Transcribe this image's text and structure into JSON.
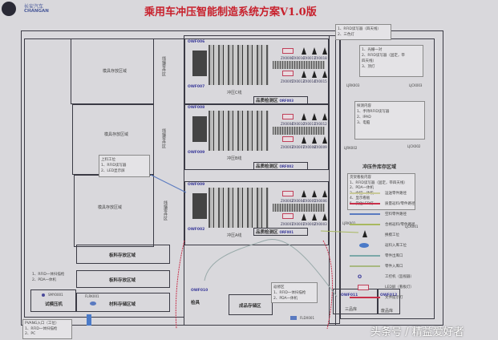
{
  "logo": {
    "cn": "长安汽车",
    "en": "CHANGAN"
  },
  "title": "乘用车冲压智能制造系统方案V1.0版",
  "colors": {
    "title": "#c8202c",
    "line": "#3a3a44",
    "route_red": "#c8304a",
    "route_blue": "#5a7ac0",
    "route_green": "#a8b860"
  },
  "notes": {
    "top": [
      "1、RFID读写器（四天线）",
      "2、三色灯"
    ],
    "gate": [
      "1、光栅一对",
      "2、RFID读写器（固定，带",
      "四天线）",
      "3、顶灯"
    ],
    "mobile": [
      "探测内容",
      "1、手持RFID读写器",
      "2、IPAD",
      "3、电脑"
    ],
    "shelf": [
      "货架看板内容",
      "1、RFID读写器（固定，带四天线）",
      "2、PDA一体机",
      "3、中控一体机",
      "4、显示看板",
      "5、货位LED灯"
    ],
    "loading": [
      "上料工位",
      "1、RFID读写器",
      "2、LED显示屏"
    ],
    "trial": [
      "1、RFID一体扫描枪",
      "2、PDA一体机"
    ],
    "repair": [
      "返修区",
      "1、RFID一体扫描枪",
      "2、PDA一体机"
    ],
    "entry": [
      "PVANG入口（工位）",
      "1、RFID一体扫描枪",
      "2、PC"
    ]
  },
  "areas": {
    "die_storage": "模具存放区域",
    "line_parts": "线端零件区",
    "blank_storage": "板料存放区域",
    "material_storage": "材料存储区域",
    "trial_press": "试模压机",
    "trial_code": "SMY0001",
    "stamp_storage": "冲压件库存区域",
    "finished": "成品存储区",
    "gauge": "检具",
    "scrap": "废品库",
    "qualified": "三品库",
    "repair_code": "FLDX001",
    "entry_code": "FLRK001"
  },
  "lines": [
    {
      "name": "冲压C线",
      "qc": "品质检测区",
      "qc_code": "ORF003",
      "ow_top": "OWF006",
      "ow_bot": "OWF007",
      "codes_top": [
        "ZX0006",
        "ZX0016",
        "ZX0017",
        "ZX0018"
      ],
      "codes_bot": [
        "ZX0005",
        "ZX0013",
        "ZX0014",
        "ZX0015"
      ]
    },
    {
      "name": "冲压B线",
      "qc": "品质检测区",
      "qc_code": "ORF002",
      "ow_top": "OWF008",
      "ow_bot": "OWF009",
      "codes_top": [
        "ZX0004",
        "ZX0010",
        "ZX0011",
        "ZX0012"
      ],
      "codes_bot": [
        "ZX0003",
        "ZX0007",
        "ZX0008",
        "ZX0009"
      ]
    },
    {
      "name": "冲压A线",
      "qc": "品质检测区",
      "qc_code": "ORF001",
      "ow_top": "OWF009",
      "ow_bot": "OWF002",
      "codes_top": [
        "ZX0002",
        "ZX0004",
        "ZX0005",
        "ZX0006"
      ],
      "codes_bot": [
        "ZX0001",
        "ZX0001",
        "ZX0002",
        "ZX0003"
      ]
    }
  ],
  "gates": [
    "LJRK003",
    "LJCK003",
    "LJRK002",
    "LJCK002",
    "LJRK001",
    "LJCK001"
  ],
  "owf": {
    "gauge": "OWF010",
    "qualified": "OWF011",
    "scrap": "OWF012"
  },
  "legend": [
    {
      "label": "运送零件路径",
      "color": "#c8c898"
    },
    {
      "label": "质量返料/零件路径",
      "color": "#c8304a"
    },
    {
      "label": "空料零件路径",
      "color": "#5a7ac0"
    },
    {
      "label": "合格返料/零件路径",
      "color": "#a8b860"
    },
    {
      "label": "换模工位",
      "icon": "triangle"
    },
    {
      "label": "返料入库工位",
      "icon": "ellipse"
    },
    {
      "label": "零件出库口",
      "color": "#7aa8a8"
    },
    {
      "label": "零件入库口",
      "color": "#a8b880"
    },
    {
      "label": "工控机（监视器）",
      "icon": "owf"
    },
    {
      "label": "LED屏（看板灯）",
      "icon": "redbox"
    },
    {
      "label": "文件提示灯",
      "color": "#c8304a"
    }
  ],
  "watermark": "头条号 / 精益爱好者"
}
